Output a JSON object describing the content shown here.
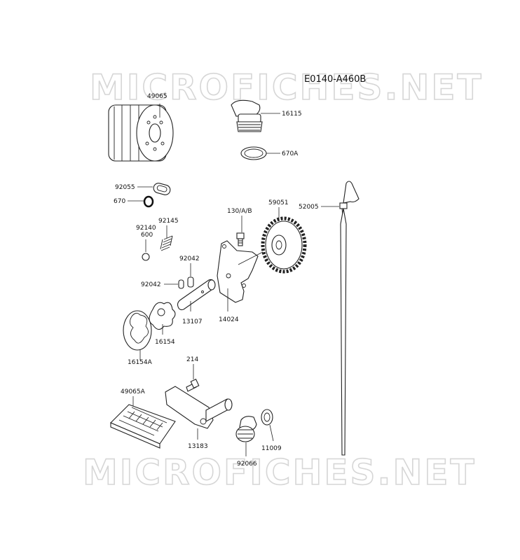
{
  "diagram": {
    "reference_code": "E0140-A460B",
    "watermark": "MICROFICHES.NET",
    "parts": {
      "oil_filter": "49065",
      "oil_filler_cap": "16115",
      "cap_gasket": "670A",
      "o_ring_92055": "92055",
      "o_ring_670": "670",
      "spring_92145": "92145",
      "ball_92140": "92140",
      "ball_600": "600",
      "bolt_130": "130/A/B",
      "gear_59051": "59051",
      "dipstick": "52005",
      "pin_92042_top": "92042",
      "pin_92042_left": "92042",
      "shaft_13107": "13107",
      "cover_14024": "14024",
      "inner_rotor": "16154",
      "outer_rotor": "16154A",
      "bolt_214": "214",
      "strainer": "49065A",
      "bracket_13183": "13183",
      "drain_plug": "92066",
      "washer_11009": "11009"
    }
  }
}
